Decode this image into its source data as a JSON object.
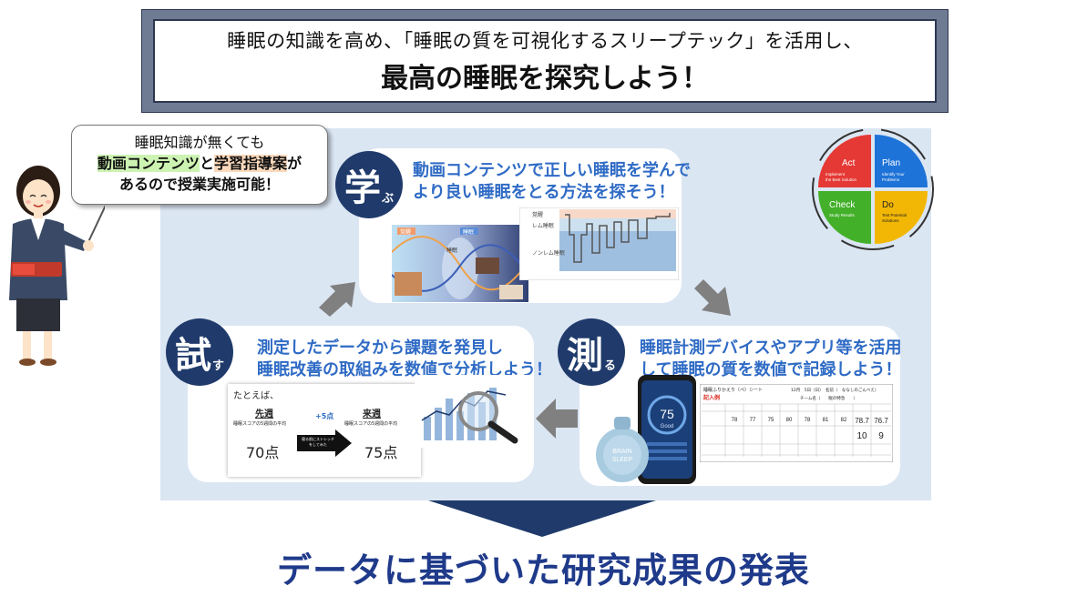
{
  "header": {
    "line1": "睡眠の知識を高め、「睡眠の質を可視化するスリープテック」を活用し、",
    "line2": "最高の睡眠を探究しよう！"
  },
  "bubble": {
    "line1": "睡眠知識が無くても",
    "hl1": "動画コンテンツ",
    "mid": "と",
    "hl2": "学習指導案",
    "tail": "が",
    "line3": "あるので授業実施可能！"
  },
  "pdca": {
    "act": {
      "label": "Act",
      "sub1": "Implement",
      "sub2": "the Best Solution",
      "color": "#e53935"
    },
    "plan": {
      "label": "Plan",
      "sub1": "Identify Your",
      "sub2": "Problems",
      "color": "#1e73d8"
    },
    "check": {
      "label": "Check",
      "sub1": "Study Results",
      "color": "#43b02a"
    },
    "do": {
      "label": "Do",
      "sub1": "Test Potential",
      "sub2": "Solutions",
      "color": "#f2b705"
    }
  },
  "learn": {
    "char": "学",
    "ruby": "ぶ",
    "title1": "動画コンテンツで正しい睡眠を学んで",
    "title2": "より良い睡眠をとる方法を探そう！",
    "img_labels": [
      "覚醒",
      "睡眠",
      "睡眠"
    ],
    "hypno_labels": [
      "覚醒",
      "レム睡眠",
      "ノンレム睡眠"
    ]
  },
  "measure": {
    "char": "測",
    "ruby": "る",
    "title1": "睡眠計測デバイスやアプリ等を活用",
    "title2": "して睡眠の質を数値で記録しよう！",
    "phone_score": "75",
    "phone_word": "Good",
    "device_text1": "BRAIN",
    "device_text2": "SLEEP",
    "sheet_title": "睡眠ふりかえり（ペ）シート",
    "sheet_example": "記入例",
    "sheet_header_right": "12月　5日（日）　名前（　ななしのごんべえ）",
    "sheet_team": "チーム名（　　眠の特急　　）",
    "sheet_values": [
      "78",
      "77",
      "75",
      "80",
      "78",
      "81",
      "82",
      "78.7",
      "76.7"
    ],
    "sheet_small": [
      "10",
      "9"
    ]
  },
  "try": {
    "char": "試",
    "ruby": "す",
    "title1": "測定したデータから課題を発見し",
    "title2": "睡眠改善の取組みを数値で分析しよう！",
    "example": "たとえば、",
    "last_week": "先週",
    "this_week": "来週",
    "avg_label": "睡眠スコアの5週間の平均",
    "plus": "+5点",
    "action": "寝る前にストレッチ をしてみた",
    "score_before": "70点",
    "score_after": "75点"
  },
  "footer": {
    "title": "データに基づいた研究成果の発表"
  },
  "colors": {
    "navy": "#1f3a6b",
    "title_blue": "#2f6bc5",
    "panel": "#dbe6f3",
    "arrow_gray": "#808080"
  }
}
